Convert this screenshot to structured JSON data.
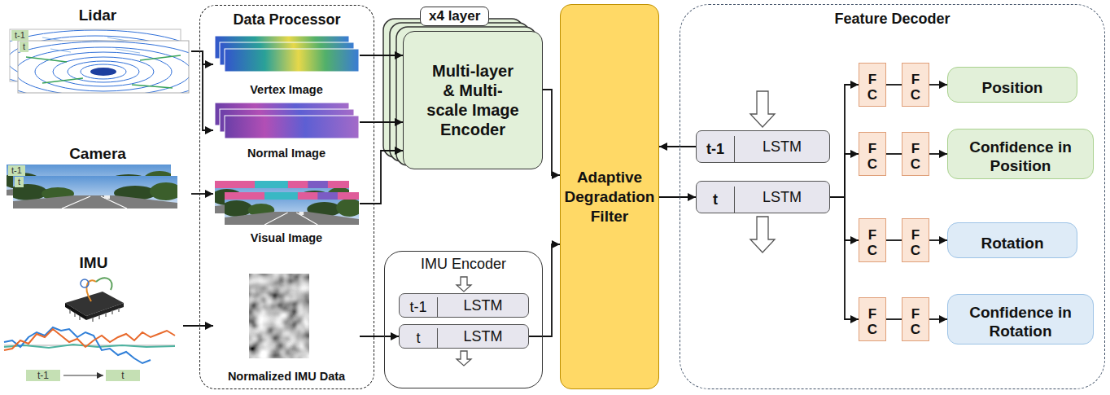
{
  "diagram": {
    "nodes": [
      {
        "text": [
          "Lidar"
        ]
      },
      {
        "text": [
          "Camera"
        ]
      },
      {
        "text": [
          "IMU"
        ]
      },
      {
        "text": [
          "Data Processor"
        ]
      },
      {
        "text": [
          "Vertex Image"
        ],
        "in": 3
      },
      {
        "text": [
          "Normal Image"
        ],
        "in": 3
      },
      {
        "text": [
          "Visual Image"
        ],
        "in": 3
      },
      {
        "text": [
          "Normalized IMU Data"
        ],
        "in": 3
      },
      {
        "text": [
          "x4 layer",
          "Multi-layer & Multi-scale Image Encoder"
        ]
      },
      {
        "text": [
          "IMU Encoder"
        ]
      },
      {
        "text": [
          "t-1",
          "LSTM"
        ],
        "in": 9
      },
      {
        "text": [
          "t",
          "LSTM"
        ],
        "in": 9
      },
      {
        "text": [
          "Adaptive Degradation Filter"
        ]
      },
      {
        "text": [
          "Feature Decoder"
        ]
      },
      {
        "text": [
          "t-1",
          "LSTM"
        ],
        "in": 13
      },
      {
        "text": [
          "t",
          "LSTM"
        ],
        "in": 13
      },
      {
        "text": [
          "F C"
        ],
        "in": 13
      },
      {
        "text": [
          "F C"
        ],
        "in": 13
      },
      {
        "text": [
          "Position"
        ],
        "in": 13
      },
      {
        "text": [
          "F C"
        ],
        "in": 13
      },
      {
        "text": [
          "F C"
        ],
        "in": 13
      },
      {
        "text": [
          "Confidence in Position"
        ],
        "in": 13
      },
      {
        "text": [
          "F C"
        ],
        "in": 13
      },
      {
        "text": [
          "F C"
        ],
        "in": 13
      },
      {
        "text": [
          "Rotation"
        ],
        "in": 13
      },
      {
        "text": [
          "F C"
        ],
        "in": 13
      },
      {
        "text": [
          "F C"
        ],
        "in": 13
      },
      {
        "text": [
          "Confidence in Rotation"
        ],
        "in": 13
      }
    ],
    "edges": [
      {
        "from": 0,
        "to": 4,
        "arrow": "to"
      },
      {
        "from": 0,
        "to": 5,
        "arrow": "to"
      },
      {
        "from": 1,
        "to": 6,
        "arrow": "to"
      },
      {
        "from": 2,
        "to": 7,
        "arrow": "to"
      },
      {
        "from": 4,
        "to": 8,
        "arrow": "to"
      },
      {
        "from": 5,
        "to": 8,
        "arrow": "to"
      },
      {
        "from": 6,
        "to": 8,
        "arrow": "to"
      },
      {
        "from": 7,
        "to": 11,
        "arrow": "to"
      },
      {
        "from": 8,
        "to": 12,
        "arrow": "to"
      },
      {
        "from": 11,
        "to": 12,
        "arrow": "to"
      },
      {
        "from": 12,
        "to": 15,
        "arrow": "to"
      },
      {
        "from": 14,
        "to": 12,
        "arrow": "to"
      },
      {
        "from": 15,
        "to": 16,
        "arrow": "to"
      },
      {
        "from": 15,
        "to": 19,
        "arrow": "to"
      },
      {
        "from": 15,
        "to": 22,
        "arrow": "to"
      },
      {
        "from": 15,
        "to": 25,
        "arrow": "to"
      },
      {
        "from": 16,
        "to": 17,
        "arrow": "none"
      },
      {
        "from": 17,
        "to": 18,
        "arrow": "to"
      },
      {
        "from": 19,
        "to": 20,
        "arrow": "none"
      },
      {
        "from": 20,
        "to": 21,
        "arrow": "to"
      },
      {
        "from": 22,
        "to": 23,
        "arrow": "none"
      },
      {
        "from": 23,
        "to": 24,
        "arrow": "to"
      },
      {
        "from": 25,
        "to": 26,
        "arrow": "none"
      },
      {
        "from": 26,
        "to": 27,
        "arrow": "to"
      }
    ],
    "labels": [
      "t-1",
      "t",
      "t-1",
      "t",
      "t-1",
      "t"
    ]
  }
}
